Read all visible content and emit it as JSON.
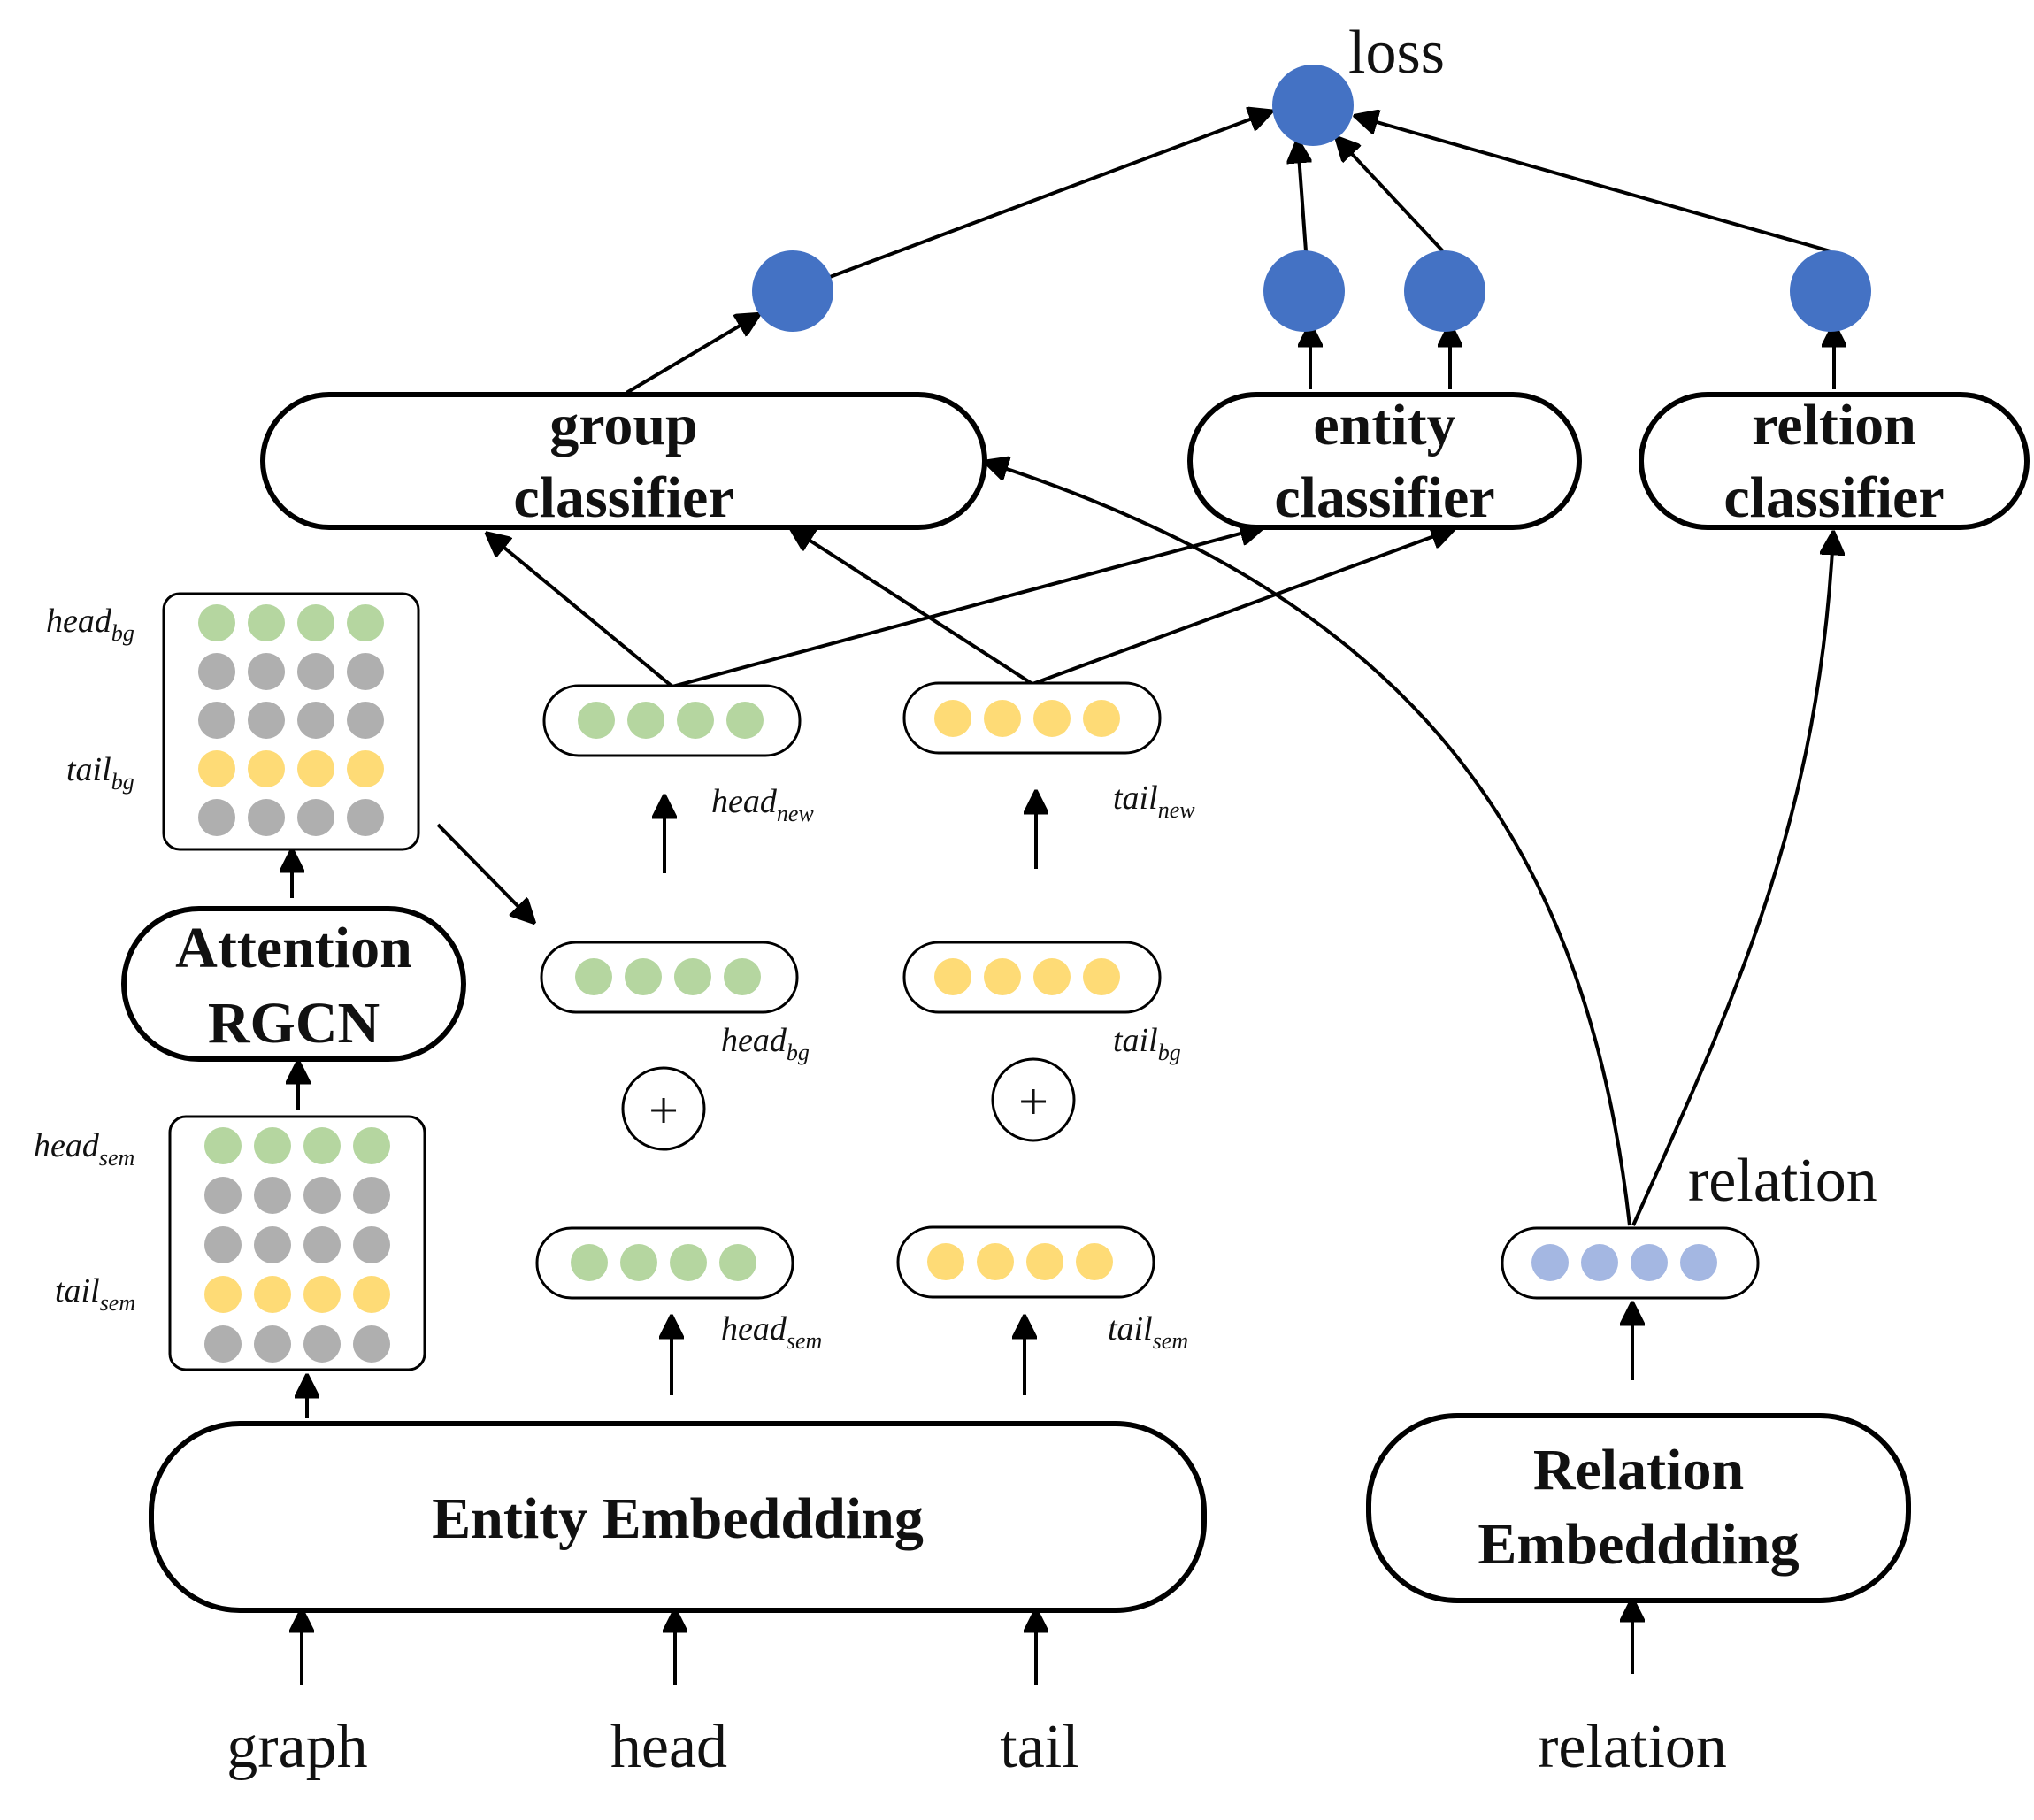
{
  "colors": {
    "node": "#4472C4",
    "green_dot": "#B5D6A0",
    "gray_dot": "#AFAFAF",
    "yellow_dot": "#FEDB76",
    "blue_dot": "#A4B7E2",
    "stroke": "#000000"
  },
  "nodes": {
    "loss": "loss"
  },
  "boxes": {
    "group_classifier": [
      "group",
      "classifier"
    ],
    "entity_classifier": [
      "entity",
      "classifier"
    ],
    "relation_classifier": [
      "reltion",
      "classifier"
    ],
    "attention_rgcn": [
      "Attention",
      "RGCN"
    ],
    "entity_embedding": "Entity Embeddding",
    "relation_embedding": [
      "Relation",
      "Embeddding"
    ]
  },
  "vectors": {
    "head_new": {
      "base": "head",
      "sub": "new"
    },
    "tail_new": {
      "base": "tail",
      "sub": "new"
    },
    "head_bg": {
      "base": "head",
      "sub": "bg"
    },
    "tail_bg": {
      "base": "tail",
      "sub": "bg"
    },
    "head_sem": {
      "base": "head",
      "sub": "sem"
    },
    "tail_sem": {
      "base": "tail",
      "sub": "sem"
    }
  },
  "matrices": {
    "bg": {
      "top": {
        "base": "head",
        "sub": "bg"
      },
      "bottom": {
        "base": "tail",
        "sub": "bg"
      }
    },
    "sem": {
      "top": {
        "base": "head",
        "sub": "sem"
      },
      "bottom": {
        "base": "tail",
        "sub": "sem"
      }
    }
  },
  "operators": {
    "plus": "+"
  },
  "labels": {
    "relation_vec": "relation",
    "input_graph": "graph",
    "input_head": "head",
    "input_tail": "tail",
    "input_relation": "relation"
  }
}
